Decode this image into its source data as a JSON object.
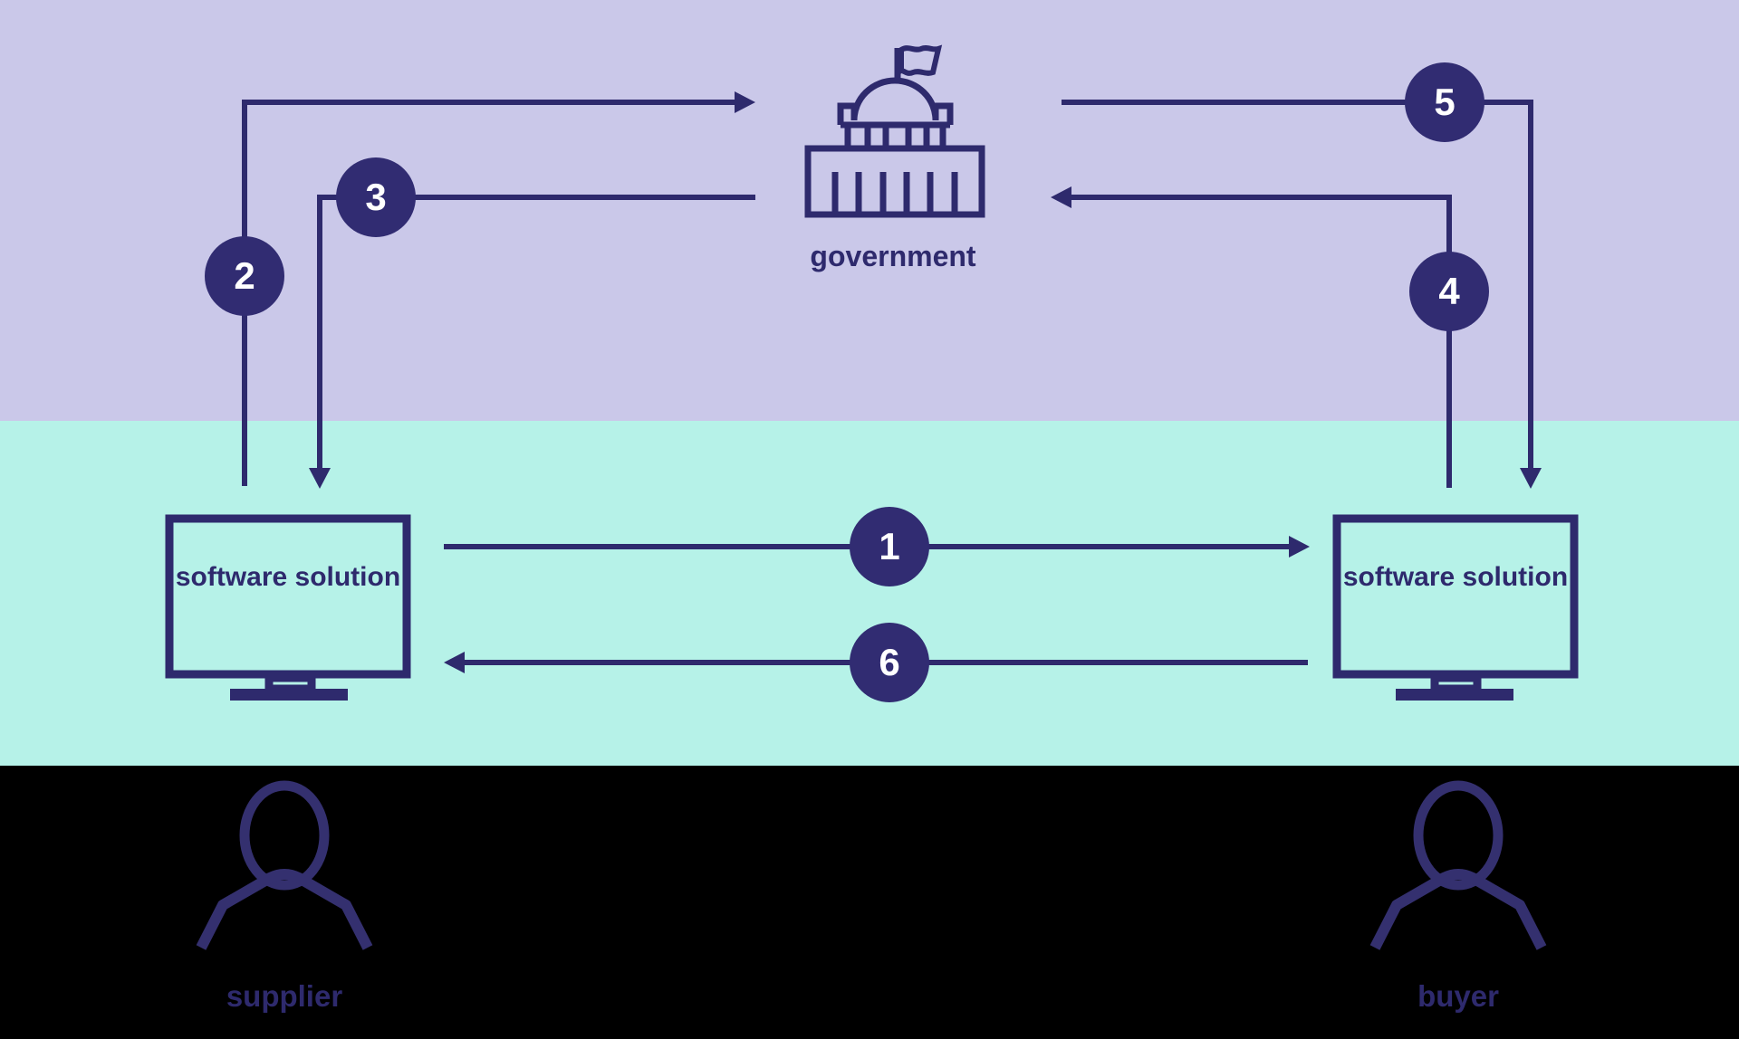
{
  "palette": {
    "government_zone_bg": "#cac8e9",
    "software_zone_bg": "#b6f2e8",
    "people_zone_bg": "#000000",
    "line_navy": "#2e2a6d",
    "circle_navy": "#312c72",
    "step_number_color": "#ffffff"
  },
  "nodes": {
    "government": {
      "label": "government",
      "icon": "government-building-icon"
    },
    "supplier_software": {
      "label": "software solution",
      "icon": "monitor-icon"
    },
    "buyer_software": {
      "label": "software solution",
      "icon": "monitor-icon"
    },
    "supplier": {
      "label": "supplier",
      "icon": "person-icon"
    },
    "buyer": {
      "label": "buyer",
      "icon": "person-icon"
    }
  },
  "flows": [
    {
      "step": "1",
      "from": "supplier software solution",
      "to": "buyer software solution"
    },
    {
      "step": "2",
      "from": "supplier software solution",
      "to": "government"
    },
    {
      "step": "3",
      "from": "government",
      "to": "supplier software solution"
    },
    {
      "step": "4",
      "from": "buyer software solution",
      "to": "government"
    },
    {
      "step": "5",
      "from": "government",
      "to": "buyer software solution"
    },
    {
      "step": "6",
      "from": "buyer software solution",
      "to": "supplier software solution"
    }
  ]
}
